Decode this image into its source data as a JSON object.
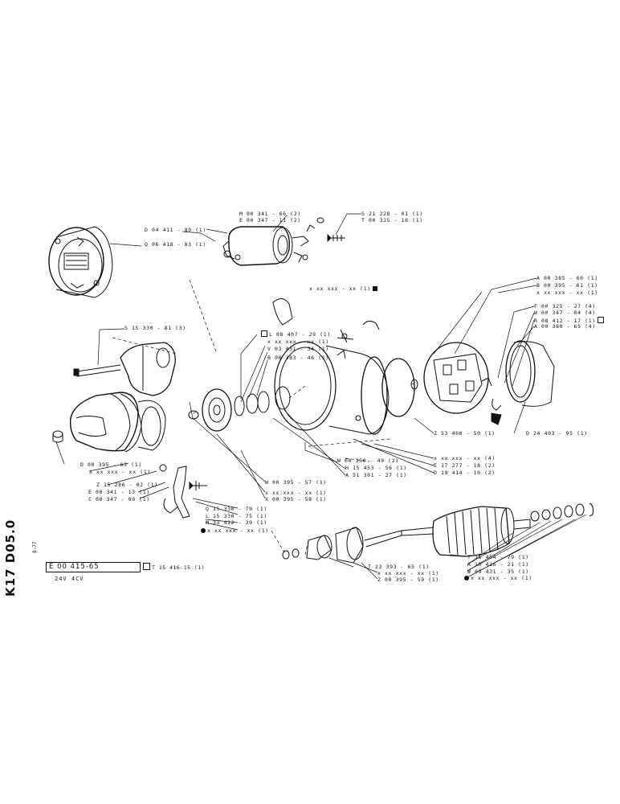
{
  "sheet": {
    "side_code": "K17  D05.0",
    "side_sub": "8-77",
    "title_code": "E 00  415-65",
    "subtitle": "24V  4CV",
    "ref_label": "T 15 416-15 (1)"
  },
  "parts": [
    {
      "id": "l01",
      "text": "M 00 341 - 66 (2)"
    },
    {
      "id": "l02",
      "text": "E 00 347 - 11 (2)"
    },
    {
      "id": "l03",
      "text": "S 21 228 - 01 (1)"
    },
    {
      "id": "l04",
      "text": "T 00 325 - 16 (1)"
    },
    {
      "id": "l05",
      "text": "D 04 411 - 89 (1)"
    },
    {
      "id": "l06",
      "text": "Q 06 418 - 83 (1)"
    },
    {
      "id": "l07",
      "text": "x xx xxx - xx (1)"
    },
    {
      "id": "l08",
      "text": "A 00 385 - 60 (1)"
    },
    {
      "id": "l09",
      "text": "B 00 395 - 61 (1)"
    },
    {
      "id": "l10",
      "text": "x xx xxx - xx (1)"
    },
    {
      "id": "l11",
      "text": "F 00 325 - 27 (4)"
    },
    {
      "id": "l12",
      "text": "W 00 347 - 04 (4)"
    },
    {
      "id": "l13",
      "text": "R 08 412 - 17 (1)"
    },
    {
      "id": "l14",
      "text": "A 00 380 - 65 (4)"
    },
    {
      "id": "l15",
      "text": "S 15 330 - 81 (3)"
    },
    {
      "id": "l16",
      "text": "L 08 407 - 29 (1)"
    },
    {
      "id": "l17",
      "text": "x xx xxx - xx (1)"
    },
    {
      "id": "l18",
      "text": "V 03 431 - 34 (1)"
    },
    {
      "id": "l19",
      "text": "B 00 383 - 46 (1)"
    },
    {
      "id": "l20",
      "text": "Z 53 460 - 50 (1)"
    },
    {
      "id": "l21",
      "text": "D 24 403 - 95 (1)"
    },
    {
      "id": "l22",
      "text": "W 00 350 - 49 (2)"
    },
    {
      "id": "l23",
      "text": "H 15 453 - 56 (1)"
    },
    {
      "id": "l24",
      "text": "A 51 301 - 27 (1)"
    },
    {
      "id": "l25",
      "text": "x xx xxx - xx (4)"
    },
    {
      "id": "l26",
      "text": "E 17 277 - 18 (2)"
    },
    {
      "id": "l27",
      "text": "D 19 414 - 10 (2)"
    },
    {
      "id": "l28",
      "text": "D 00 395 - 63 (1)"
    },
    {
      "id": "l29",
      "text": "x xx xxx - xx (1)"
    },
    {
      "id": "l30",
      "text": "Z 15 286 - 02 (1)"
    },
    {
      "id": "l31",
      "text": "E 00 341 - 13 (1)"
    },
    {
      "id": "l32",
      "text": "C 00 347 - 09 (1)"
    },
    {
      "id": "l33",
      "text": "W 00 395 - 57 (1)"
    },
    {
      "id": "l34",
      "text": "x xx xxx - xx (1)"
    },
    {
      "id": "l35",
      "text": "X 00 395 - 58 (1)"
    },
    {
      "id": "l36",
      "text": "Q 15 330 - 79 (1)"
    },
    {
      "id": "l37",
      "text": "L 15 330 - 75 (1)"
    },
    {
      "id": "l38",
      "text": "M 33 422 - 39 (1)"
    },
    {
      "id": "l39",
      "text": "x xx xxx - xx (1)"
    },
    {
      "id": "l40",
      "text": "T 23 393 - 65 (1)"
    },
    {
      "id": "l41",
      "text": "x xx xxx - xx (1)"
    },
    {
      "id": "l42",
      "text": "Z 00 395 - 59 (1)"
    },
    {
      "id": "l43",
      "text": "T 15 454 - 79 (1)"
    },
    {
      "id": "l44",
      "text": "A 15 416 - 21 (1)"
    },
    {
      "id": "l45",
      "text": "W 09 431 - 35 (1)"
    },
    {
      "id": "l46",
      "text": "x xx xxx - xx (1)"
    }
  ]
}
